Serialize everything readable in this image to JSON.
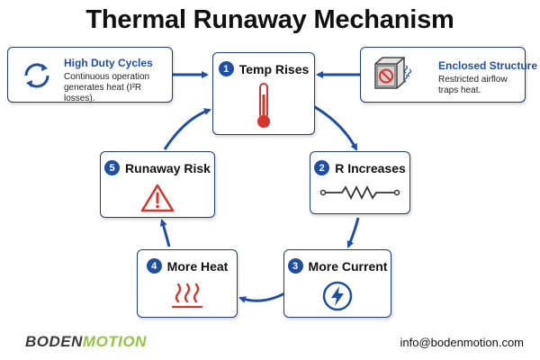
{
  "title": "Thermal Runaway Mechanism",
  "nodes": [
    {
      "num": "1",
      "label": "Temp Rises",
      "icon": "thermometer-icon"
    },
    {
      "num": "2",
      "label": "R Increases",
      "icon": "resistor-icon"
    },
    {
      "num": "3",
      "label": "More Current",
      "icon": "lightning-icon"
    },
    {
      "num": "4",
      "label": "More Heat",
      "icon": "heat-waves-icon"
    },
    {
      "num": "5",
      "label": "Runaway Risk",
      "icon": "warning-icon"
    }
  ],
  "inputs": {
    "duty": {
      "title": "High Duty Cycles",
      "desc_line1": "Continuous operation",
      "desc_line2": "generates heat (I²R losses).",
      "icon": "cycle-arrows-icon"
    },
    "enclosed": {
      "title": "Enclosed Structure",
      "desc_line1": "Restricted airflow",
      "desc_line2": "traps heat.",
      "icon": "enclosure-icon"
    }
  },
  "footer": {
    "logo_left": "BODEN",
    "logo_right": "MOTION",
    "email": "info@bodenmotion.com"
  },
  "colors": {
    "accent": "#1f4fa0",
    "danger": "#d9342b",
    "logo_green": "#8dc63f"
  }
}
